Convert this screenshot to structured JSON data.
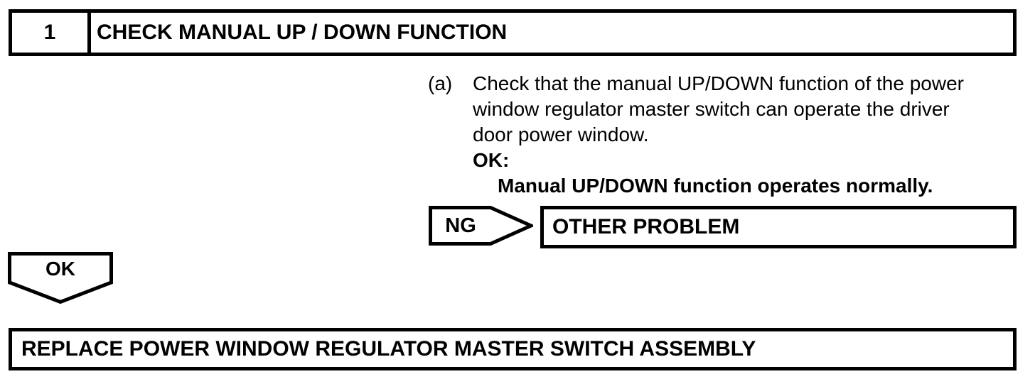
{
  "step": {
    "number": "1",
    "title": "CHECK MANUAL UP / DOWN FUNCTION"
  },
  "instruction": {
    "marker": "(a)",
    "lines": [
      "Check that the manual UP/DOWN function of the power",
      "window regulator master switch can operate the driver",
      "door power window."
    ],
    "ok_label": "OK:",
    "ok_condition": "Manual UP/DOWN function operates normally."
  },
  "ng_branch": {
    "label": "NG",
    "result": "OTHER PROBLEM"
  },
  "ok_branch": {
    "label": "OK"
  },
  "final": {
    "title": "REPLACE POWER WINDOW REGULATOR MASTER SWITCH ASSEMBLY"
  },
  "colors": {
    "ink": "#000000",
    "background": "#ffffff"
  }
}
